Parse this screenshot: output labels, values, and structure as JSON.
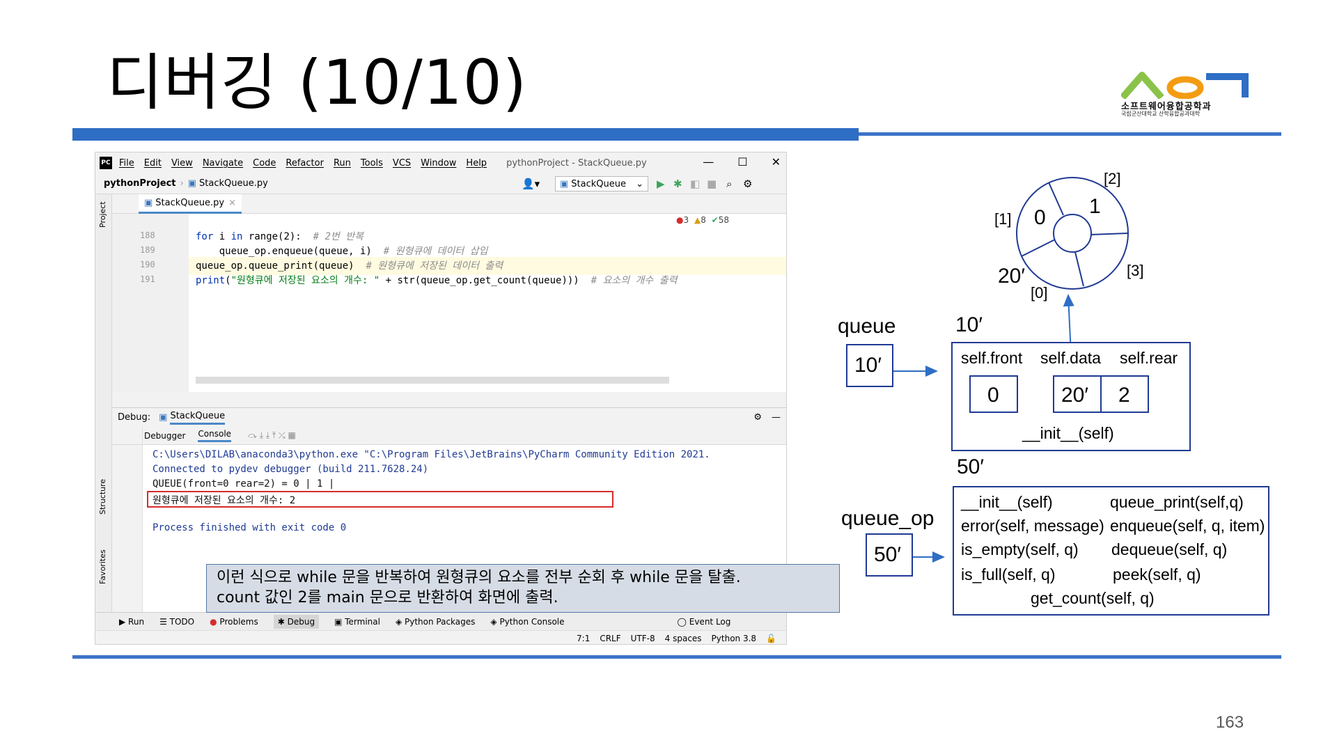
{
  "slide": {
    "title": "디버깅 (10/10)",
    "page_number": "163",
    "logo": {
      "brand": "소프트웨어융합공학과",
      "sub": "국립군산대학교 산학융합공과대학"
    },
    "colors": {
      "accent": "#2E6EC4",
      "box_border": "#1F3A93",
      "callout_bg": "#D6DCE5"
    }
  },
  "ide": {
    "menu": [
      "File",
      "Edit",
      "View",
      "Navigate",
      "Code",
      "Refactor",
      "Run",
      "Tools",
      "VCS",
      "Window",
      "Help"
    ],
    "window_title": "pythonProject - StackQueue.py",
    "breadcrumb": [
      "pythonProject",
      "StackQueue.py"
    ],
    "run_config": "StackQueue",
    "editor_tab": "StackQueue.py",
    "sidebar_labels": {
      "project": "Project",
      "structure": "Structure",
      "favorites": "Favorites"
    },
    "inspections": {
      "errors": "3",
      "warnings": "8",
      "weak": "58"
    },
    "code_lines": [
      {
        "num": "188",
        "text": "for i in range(2):  # 2번 반복"
      },
      {
        "num": "189",
        "text": "    queue_op.enqueue(queue, i)  # 원형큐에 데이터 삽입"
      },
      {
        "num": "190",
        "text": "queue_op.queue_print(queue)  # 원형큐에 저장된 데이터 출력"
      },
      {
        "num": "191",
        "text": "print(\"원형큐에 저장된 요소의 개수: \" + str(queue_op.get_count(queue)))  # 요소의 개수 출력"
      }
    ],
    "debug": {
      "label": "Debug:",
      "config_tab": "StackQueue",
      "subtabs": [
        "Debugger",
        "Console"
      ]
    },
    "console_lines": [
      "C:\\Users\\DILAB\\anaconda3\\python.exe \"C:\\Program Files\\JetBrains\\PyCharm Community Edition 2021.",
      "Connected to pydev debugger (build 211.7628.24)",
      "QUEUE(front=0 rear=2) = 0 | 1 |",
      "원형큐에 저장된 요소의 개수: 2",
      "",
      "Process finished with exit code 0"
    ],
    "bottom_tabs": [
      "Run",
      "TODO",
      "Problems",
      "Debug",
      "Terminal",
      "Python Packages",
      "Python Console",
      "Event Log"
    ],
    "status": [
      "7:1",
      "CRLF",
      "UTF-8",
      "4 spaces",
      "Python 3.8"
    ]
  },
  "callout": {
    "line1": "이런 식으로 while 문을 반복하여 원형큐의 요소를 전부 순회 후 while 문을 탈출.",
    "line2": "count 값인 2를 main 문으로 반환하여 화면에 출력."
  },
  "diagram": {
    "ring": {
      "indices": [
        "[0]",
        "[1]",
        "[2]",
        "[3]"
      ],
      "values": [
        "0",
        "1"
      ],
      "address": "20′"
    },
    "queue": {
      "label": "queue",
      "value": "10′"
    },
    "object_address": "10′",
    "object_fields": [
      {
        "name": "self.front",
        "value": "0"
      },
      {
        "name": "self.data",
        "value": "20′"
      },
      {
        "name": "self.rear",
        "value": "2"
      }
    ],
    "object_init": "__init__(self)",
    "queue_op": {
      "label": "queue_op",
      "value": "50′"
    },
    "class_address": "50′",
    "methods": [
      "__init__(self)",
      "queue_print(self,q)",
      "error(self, message)",
      "enqueue(self, q, item)",
      "is_empty(self, q)",
      "dequeue(self, q)",
      "is_full(self, q)",
      "peek(self, q)",
      "get_count(self, q)"
    ]
  }
}
